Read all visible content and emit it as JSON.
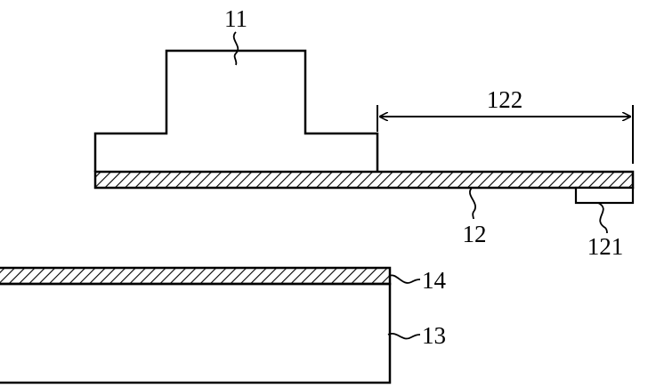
{
  "labels": {
    "component_11": "11",
    "layer_12": "12",
    "dimension_122": "122",
    "pad_121": "121",
    "layer_14": "14",
    "substrate_13": "13"
  },
  "colors": {
    "ink": "#000000",
    "background": "#ffffff"
  }
}
